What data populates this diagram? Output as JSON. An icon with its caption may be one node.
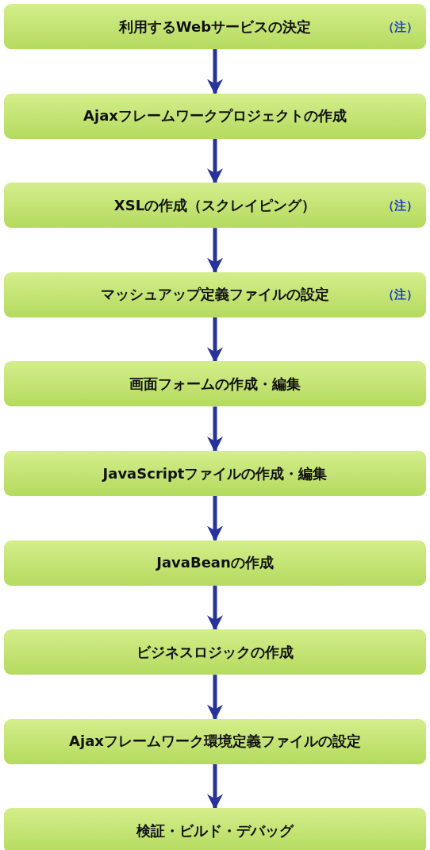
{
  "diagram": {
    "nodes": [
      {
        "text": [
          "利用するWebサービスの決定",
          "（注）"
        ]
      },
      {
        "text": [
          "Ajaxフレームワークプロジェクトの作成"
        ]
      },
      {
        "text": [
          "XSLの作成（スクレイピング）",
          "（注）"
        ]
      },
      {
        "text": [
          "マッシュアップ定義ファイルの設定",
          "（注）"
        ]
      },
      {
        "text": [
          "画面フォームの作成・編集"
        ]
      },
      {
        "text": [
          "JavaScriptファイルの作成・編集"
        ]
      },
      {
        "text": [
          "JavaBeanの作成"
        ]
      },
      {
        "text": [
          "ビジネスロジックの作成"
        ]
      },
      {
        "text": [
          "Ajaxフレームワーク環境定義ファイルの設定"
        ]
      },
      {
        "text": [
          "検証・ビルド・デバッグ"
        ]
      }
    ],
    "edges": [
      {
        "from": 0,
        "to": 1,
        "arrow": "to"
      },
      {
        "from": 1,
        "to": 2,
        "arrow": "to"
      },
      {
        "from": 2,
        "to": 3,
        "arrow": "to"
      },
      {
        "from": 3,
        "to": 4,
        "arrow": "to"
      },
      {
        "from": 4,
        "to": 5,
        "arrow": "to"
      },
      {
        "from": 5,
        "to": 6,
        "arrow": "to"
      },
      {
        "from": 6,
        "to": 7,
        "arrow": "to"
      },
      {
        "from": 7,
        "to": 8,
        "arrow": "to"
      },
      {
        "from": 8,
        "to": 9,
        "arrow": "to"
      }
    ]
  }
}
